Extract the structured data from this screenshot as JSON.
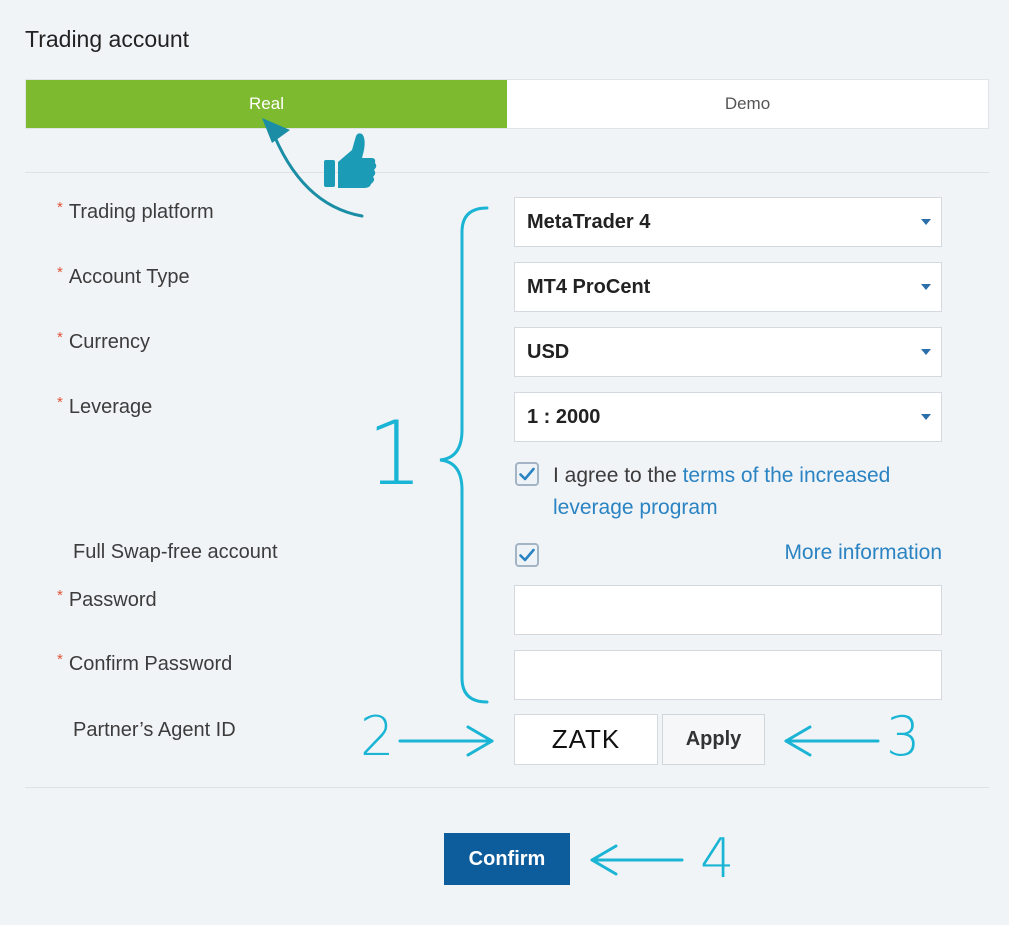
{
  "page": {
    "title": "Trading account"
  },
  "tabs": [
    {
      "label": "Real",
      "active": true
    },
    {
      "label": "Demo",
      "active": false
    }
  ],
  "form": {
    "required_marker": "*",
    "trading_platform": {
      "label": "Trading platform",
      "value": "MetaTrader 4",
      "required": true
    },
    "account_type": {
      "label": "Account Type",
      "value": "MT4 ProCent",
      "required": true
    },
    "currency": {
      "label": "Currency",
      "value": "USD",
      "required": true
    },
    "leverage": {
      "label": "Leverage",
      "value": "1 : 2000",
      "required": true
    },
    "agree": {
      "checked": true,
      "text": "I agree to the ",
      "link_text": "terms of the increased leverage program"
    },
    "swap_free": {
      "label": "Full Swap-free account",
      "checked": true,
      "link_text": "More information"
    },
    "password": {
      "label": "Password",
      "value": "",
      "required": true
    },
    "confirm_password": {
      "label": "Confirm Password",
      "value": "",
      "required": true
    },
    "partner_agent_id": {
      "label": "Partner’s Agent ID",
      "value": "ZATK",
      "apply_label": "Apply"
    },
    "confirm_label": "Confirm"
  },
  "annotations": {
    "n1": "1",
    "n2": "2",
    "n3": "3",
    "n4": "4"
  },
  "colors": {
    "active_tab": "#7eba2f",
    "confirm_button": "#0d5c9c",
    "link": "#2a83c2",
    "annotation": "#1ab4d4",
    "thumb": "#1b9bb5"
  },
  "icons": [
    "thumbs-up-icon",
    "check-icon",
    "caret-down-icon",
    "arrow-icon"
  ]
}
